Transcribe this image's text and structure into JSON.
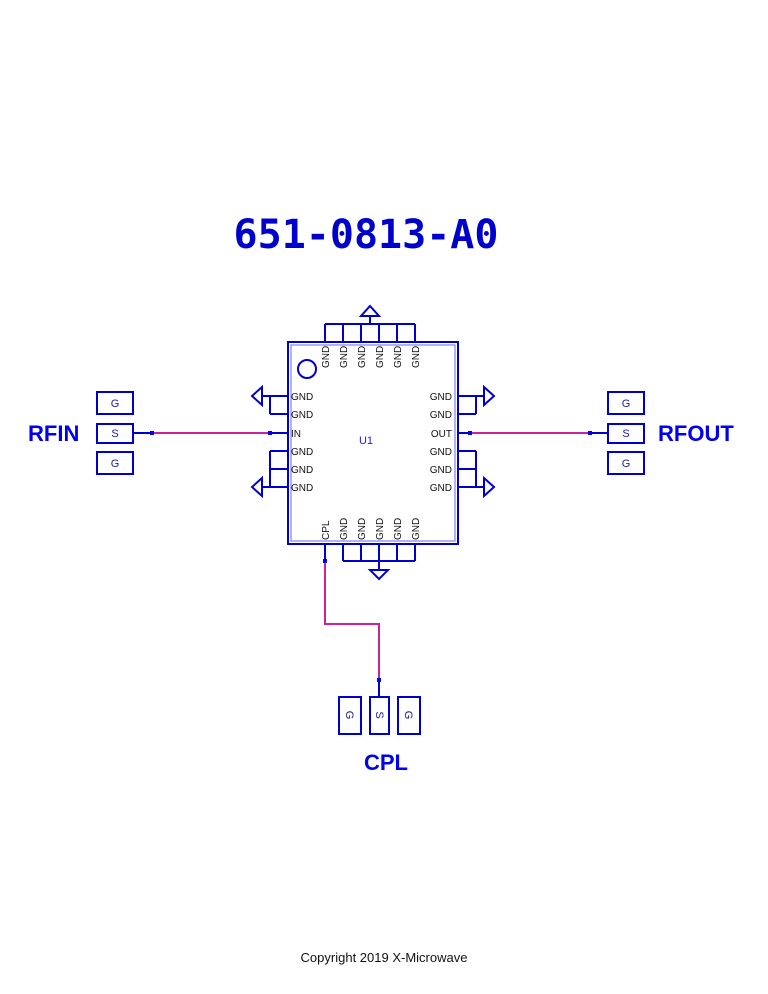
{
  "title": "651-0813-A0",
  "copyright": "Copyright 2019 X-Microwave",
  "colors": {
    "symbol": "#0000cc",
    "net": "#cc2299",
    "title": "#0000cc"
  },
  "component": {
    "refdes": "U1",
    "pins_top": [
      "GND",
      "GND",
      "GND",
      "GND",
      "GND",
      "GND"
    ],
    "pins_left": [
      "GND",
      "GND",
      "IN",
      "GND",
      "GND",
      "GND"
    ],
    "pins_right": [
      "GND",
      "GND",
      "OUT",
      "GND",
      "GND",
      "GND"
    ],
    "pins_bottom": [
      "CPL",
      "GND",
      "GND",
      "GND",
      "GND",
      "GND"
    ]
  },
  "ports": {
    "rfin": {
      "label": "RFIN",
      "pads": [
        "G",
        "S",
        "G"
      ]
    },
    "rfout": {
      "label": "RFOUT",
      "pads": [
        "G",
        "S",
        "G"
      ]
    },
    "cpl": {
      "label": "CPL",
      "pads": [
        "G",
        "S",
        "G"
      ]
    }
  }
}
